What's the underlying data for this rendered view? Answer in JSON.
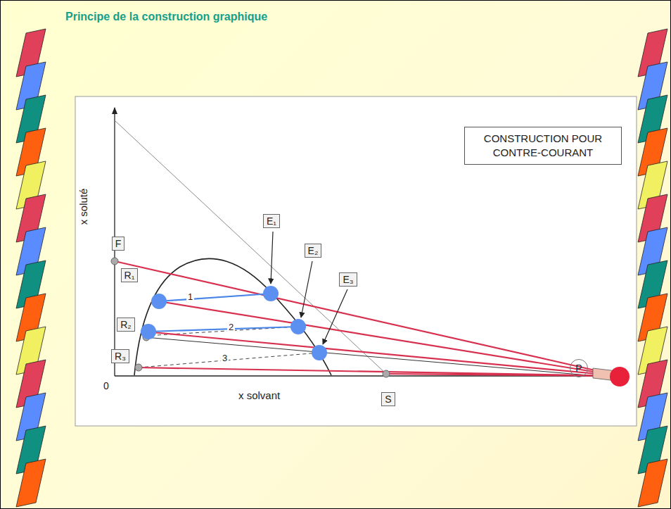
{
  "diagram": {
    "title": "Principe de la construction graphique",
    "nodes": [
      {
        "text": [
          "CONSTRUCTION POUR CONTRE-COURANT"
        ]
      },
      {
        "text": [
          "E₁"
        ]
      },
      {
        "text": [
          "F"
        ]
      },
      {
        "text": [
          "E₂"
        ]
      },
      {
        "text": [
          "R₁"
        ]
      },
      {
        "text": [
          "E₃"
        ]
      },
      {
        "text": [
          "R₂"
        ]
      },
      {
        "text": [
          "R₃"
        ]
      },
      {
        "text": [
          "P"
        ]
      },
      {
        "text": [
          "S"
        ]
      }
    ],
    "labels": [
      "x soluté",
      "x solvant",
      "0",
      "1",
      "2",
      "3"
    ]
  }
}
